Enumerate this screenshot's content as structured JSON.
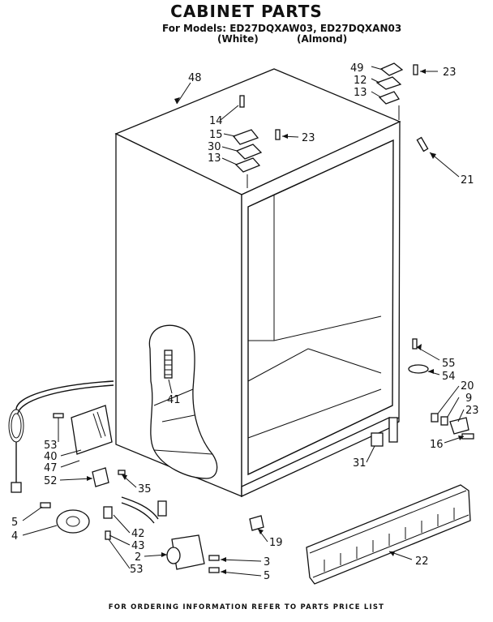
{
  "header": {
    "title": "CABINET PARTS",
    "models": "For Models: ED27DQXAW03, ED27DQXAN03",
    "variant_white": "(White)",
    "variant_almond": "(Almond)"
  },
  "part_labels": [
    "48",
    "49",
    "12",
    "13",
    "23",
    "14",
    "15",
    "30",
    "13",
    "23",
    "21",
    "41",
    "55",
    "54",
    "20",
    "9",
    "23",
    "16",
    "31",
    "53",
    "40",
    "47",
    "52",
    "35",
    "5",
    "4",
    "42",
    "43",
    "2",
    "53",
    "3",
    "5",
    "19",
    "22"
  ],
  "footer": "FOR ORDERING INFORMATION REFER TO PARTS PRICE LIST"
}
